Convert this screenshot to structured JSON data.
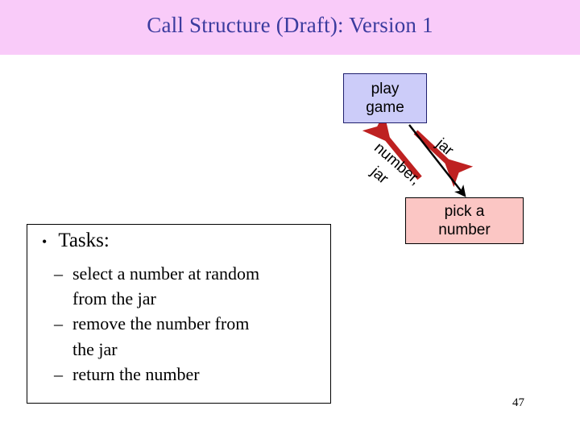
{
  "slide": {
    "title": "Call Structure (Draft): Version 1",
    "page_number": "47",
    "colors": {
      "title_banner": "#F9CBF9",
      "title_text": "#3B3B9E",
      "caller_box_fill": "#CCCCF9",
      "caller_box_border": "#1F1F6E",
      "callee_box_fill": "#FBC6C4",
      "callee_box_border": "#000000",
      "return_arrow": "#BE2121",
      "call_arrow": "#000000"
    }
  },
  "diagram": {
    "nodes": [
      {
        "id": "play-game",
        "lines": [
          "play",
          "game"
        ]
      },
      {
        "id": "pick-a-number",
        "lines": [
          "pick a",
          "number"
        ]
      }
    ],
    "edges": [
      {
        "id": "return-edge",
        "label": "number, jar",
        "label_line_1": "number,",
        "label_line_2": "jar",
        "direction": "up-left",
        "color": "#BE2121"
      },
      {
        "id": "argument-edge",
        "label": "jar",
        "direction": "down-right",
        "color": "#BE2121"
      },
      {
        "id": "call-edge",
        "label": "",
        "direction": "down-right",
        "color": "#000000"
      }
    ]
  },
  "tasks": {
    "bullet_glyph": "•",
    "dash_glyph": "–",
    "heading": "Tasks:",
    "items": [
      "select a number at random from the jar",
      "remove the number from the jar",
      "return the number"
    ],
    "items_wrapped": [
      [
        "select a number at random",
        "from the jar"
      ],
      [
        "remove the number from",
        "the jar"
      ],
      [
        "return the number"
      ]
    ]
  }
}
